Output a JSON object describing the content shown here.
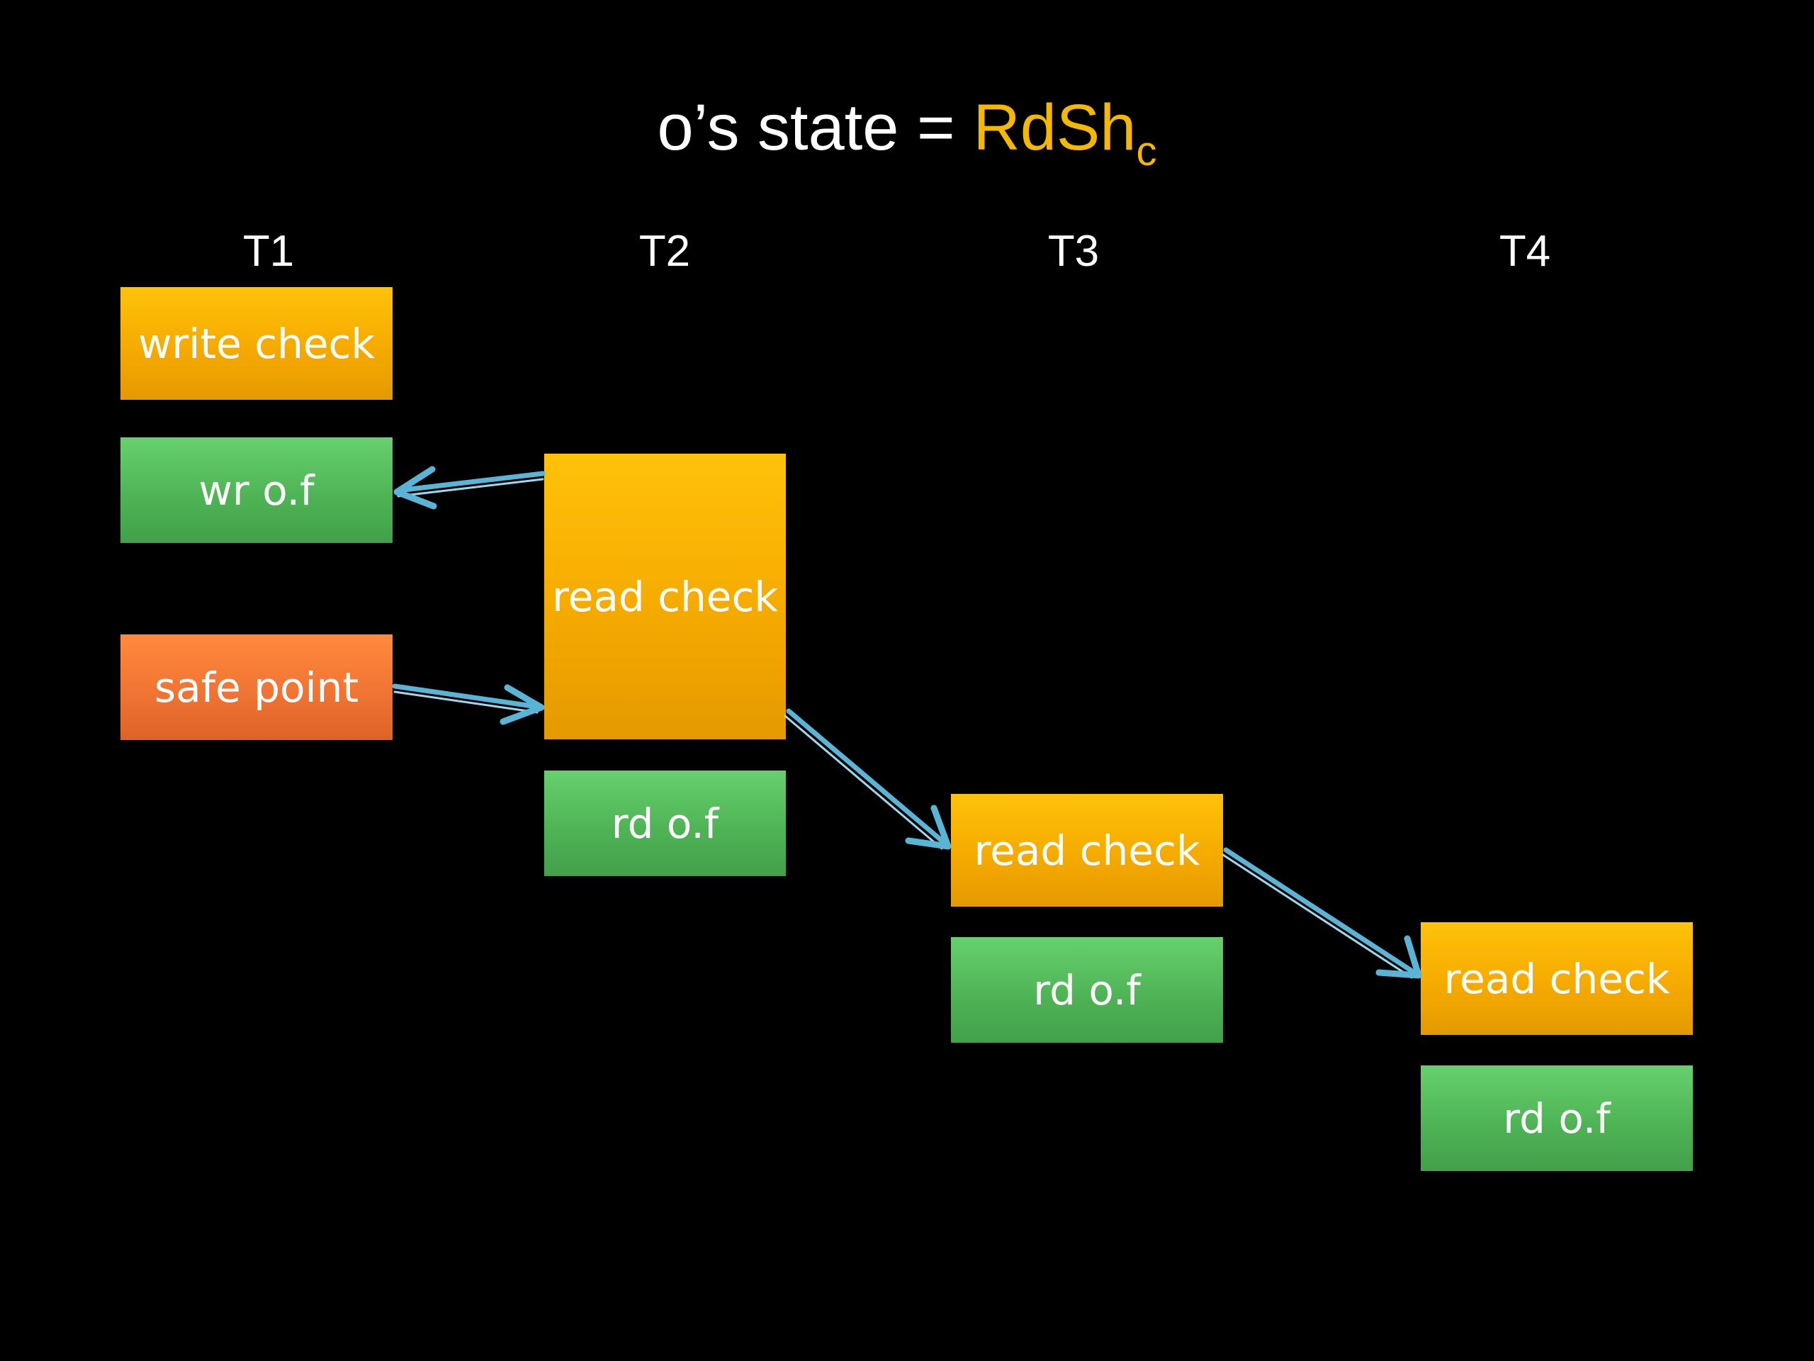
{
  "title": {
    "prefix": "o’s state = ",
    "state": "RdSh",
    "state_sub": "c"
  },
  "threads": [
    "T1",
    "T2",
    "T3",
    "T4"
  ],
  "boxes": {
    "t1_write_check": "write check",
    "t1_wr": "wr o.f",
    "t1_safe_point": "safe point",
    "t2_read_check": "read check",
    "t2_rd": "rd o.f",
    "t3_read_check": "read check",
    "t3_rd": "rd o.f",
    "t4_read_check": "read check",
    "t4_rd": "rd o.f"
  },
  "colors": {
    "check": "#f5aa00",
    "access": "#4fb456",
    "safe_point": "#f07433",
    "arrow": "#5ab4d6",
    "state_accent": "#f5b800"
  }
}
